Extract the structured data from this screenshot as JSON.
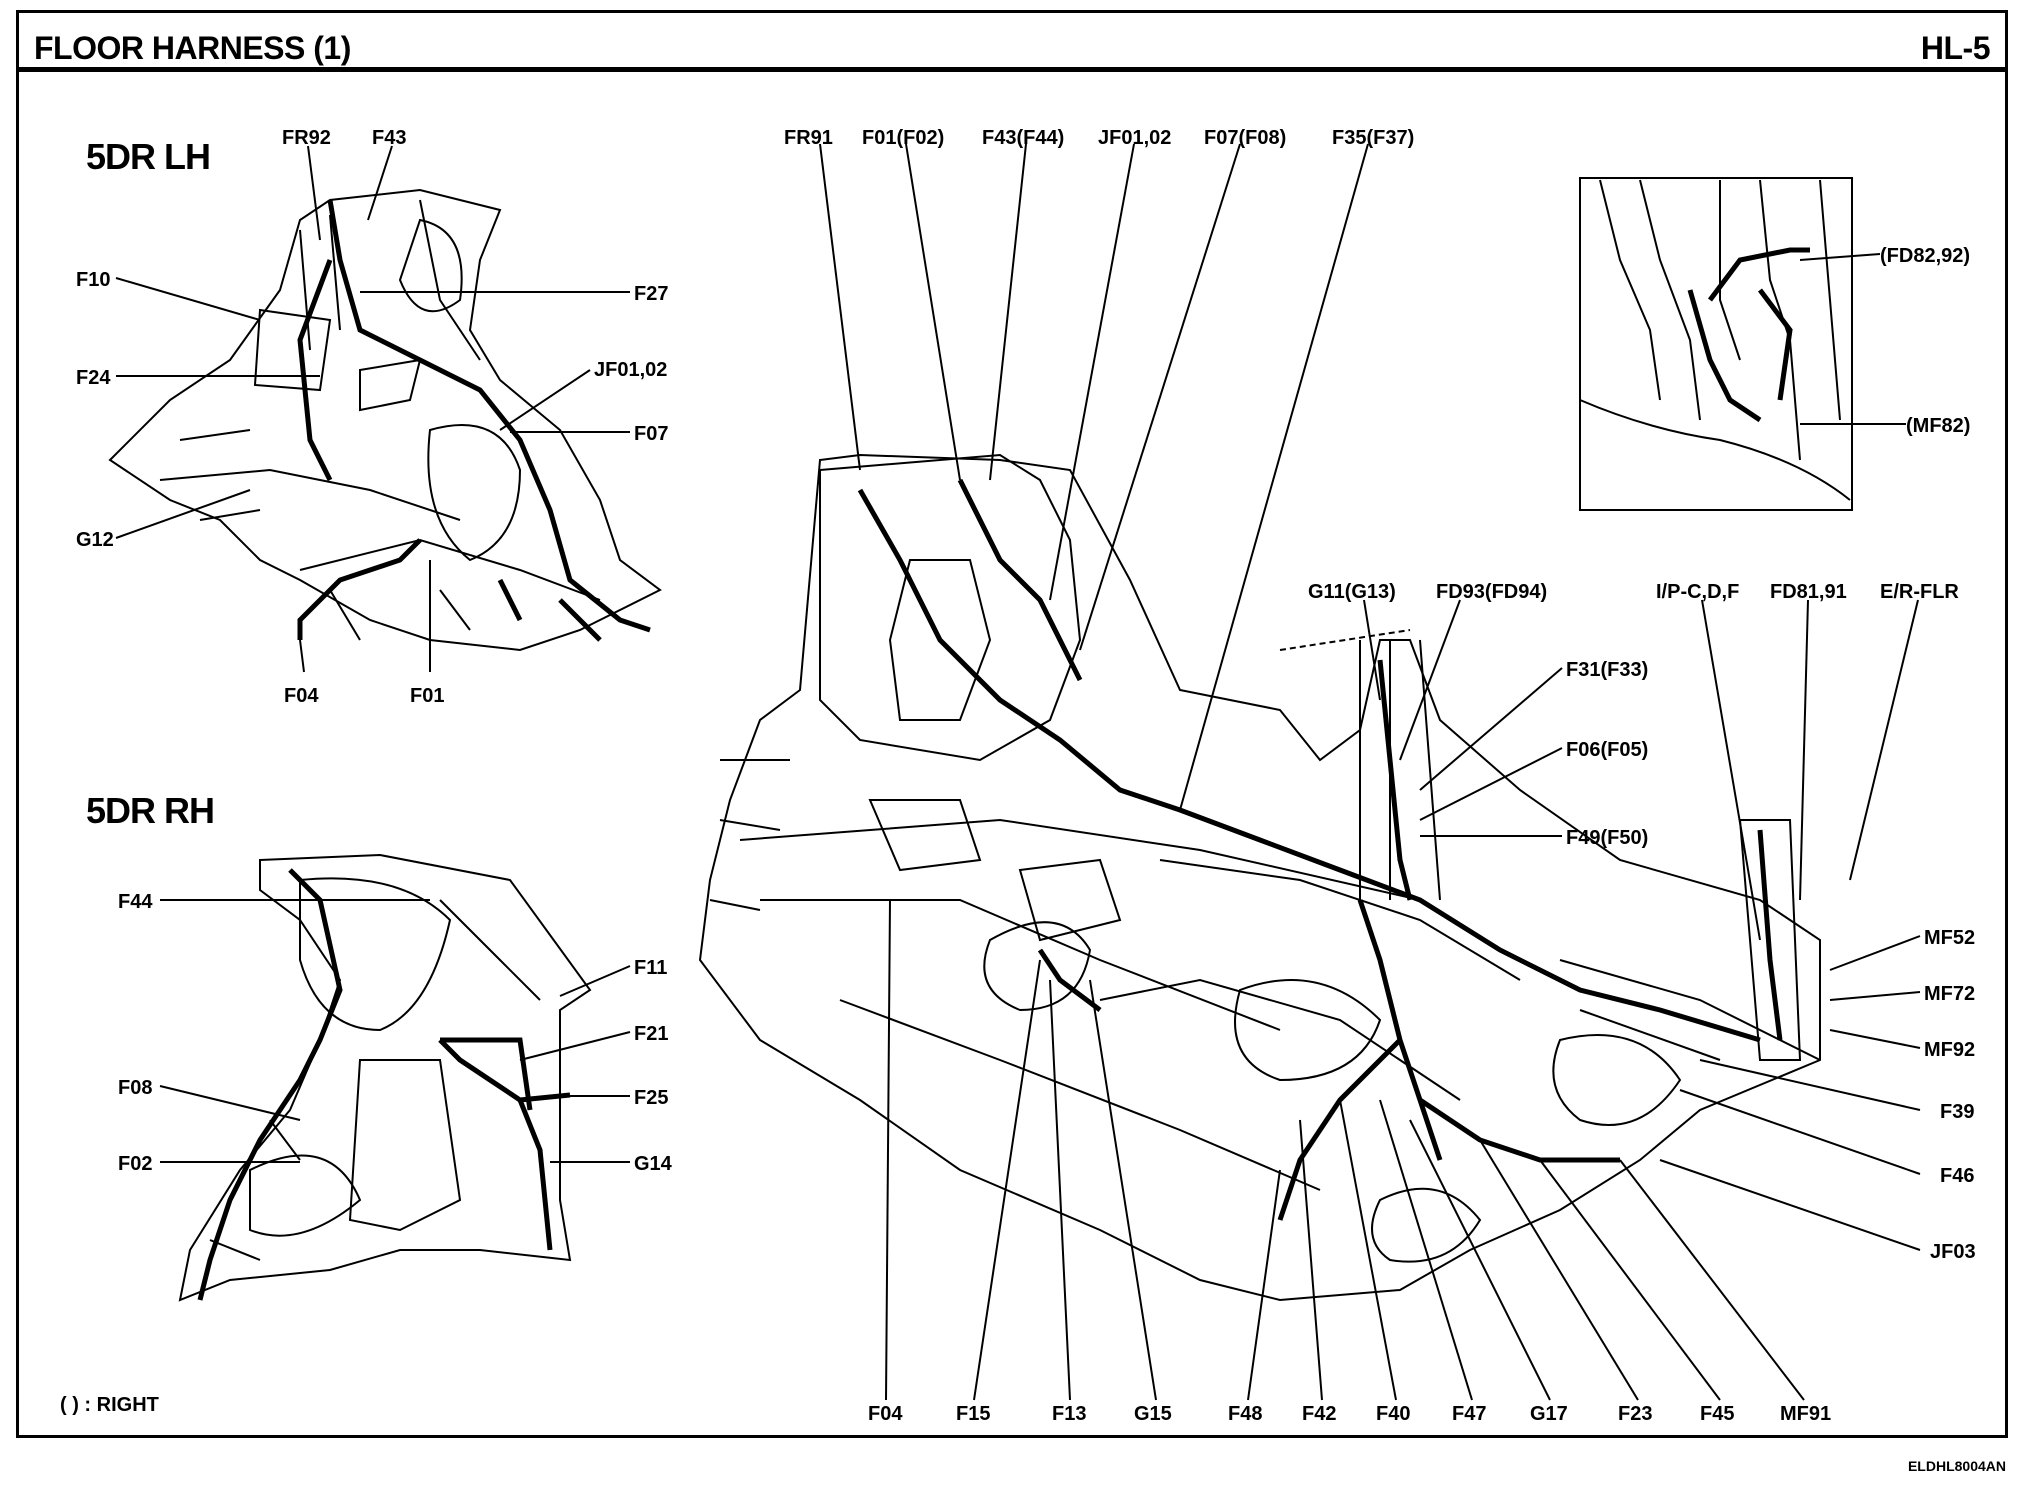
{
  "header": {
    "title": "FLOOR HARNESS (1)",
    "page": "HL-5"
  },
  "sections": {
    "lh": "5DR LH",
    "rh": "5DR RH"
  },
  "labels": {
    "lh": [
      "FR92",
      "F43",
      "F10",
      "F27",
      "F24",
      "JF01,02",
      "F07",
      "G12",
      "F04",
      "F01"
    ],
    "rh": [
      "F44",
      "F11",
      "F21",
      "F08",
      "F25",
      "F02",
      "G14"
    ],
    "main_top": [
      "FR91",
      "F01(F02)",
      "F43(F44)",
      "JF01,02",
      "F07(F08)",
      "F35(F37)"
    ],
    "main_mid": [
      "G11(G13)",
      "FD93(FD94)",
      "I/P-C,D,F",
      "FD81,91",
      "E/R-FLR",
      "F31(F33)",
      "F06(F05)",
      "F49(F50)"
    ],
    "inset": [
      "(FD82,92)",
      "(MF82)"
    ],
    "main_right": [
      "MF52",
      "MF72",
      "MF92",
      "F39",
      "F46",
      "JF03"
    ],
    "main_bottom": [
      "F04",
      "F15",
      "F13",
      "G15",
      "F48",
      "F42",
      "F40",
      "F47",
      "G17",
      "F23",
      "F45",
      "MF91"
    ]
  },
  "note": "(     ) : RIGHT",
  "code": "ELDHL8004AN"
}
